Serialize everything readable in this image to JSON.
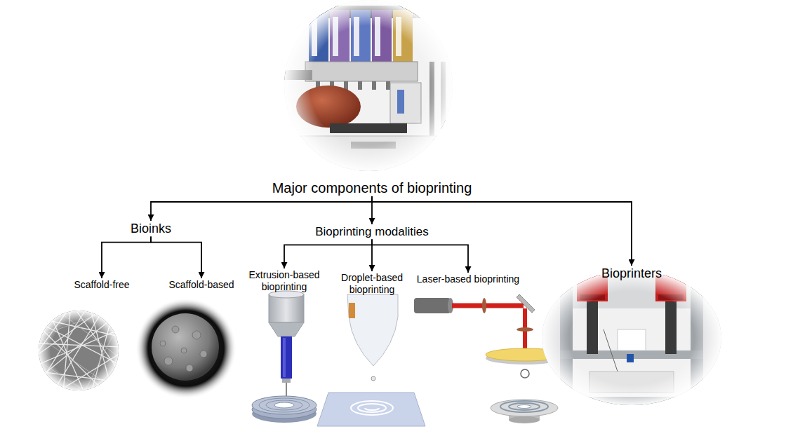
{
  "diagram": {
    "nodes": [
      {
        "text": [
          "Major components of bioprinting"
        ]
      },
      {
        "text": [
          "Bioinks"
        ]
      },
      {
        "text": [
          "Bioprinting modalities"
        ]
      },
      {
        "text": [
          "Bioprinters"
        ]
      },
      {
        "text": [
          "Scaffold-free"
        ]
      },
      {
        "text": [
          "Scaffold-based"
        ]
      },
      {
        "text": [
          "Extrusion-based bioprinting"
        ]
      },
      {
        "text": [
          "Droplet-based bioprinting"
        ]
      },
      {
        "text": [
          "Laser-based bioprinting"
        ]
      }
    ],
    "edges": [
      {
        "from": 0,
        "to": 1,
        "arrow": "to"
      },
      {
        "from": 0,
        "to": 2,
        "arrow": "to"
      },
      {
        "from": 0,
        "to": 3,
        "arrow": "to"
      },
      {
        "from": 1,
        "to": 4,
        "arrow": "to"
      },
      {
        "from": 1,
        "to": 5,
        "arrow": "to"
      },
      {
        "from": 2,
        "to": 6,
        "arrow": "to"
      },
      {
        "from": 2,
        "to": 7,
        "arrow": "to"
      },
      {
        "from": 2,
        "to": 8,
        "arrow": "to"
      }
    ]
  }
}
